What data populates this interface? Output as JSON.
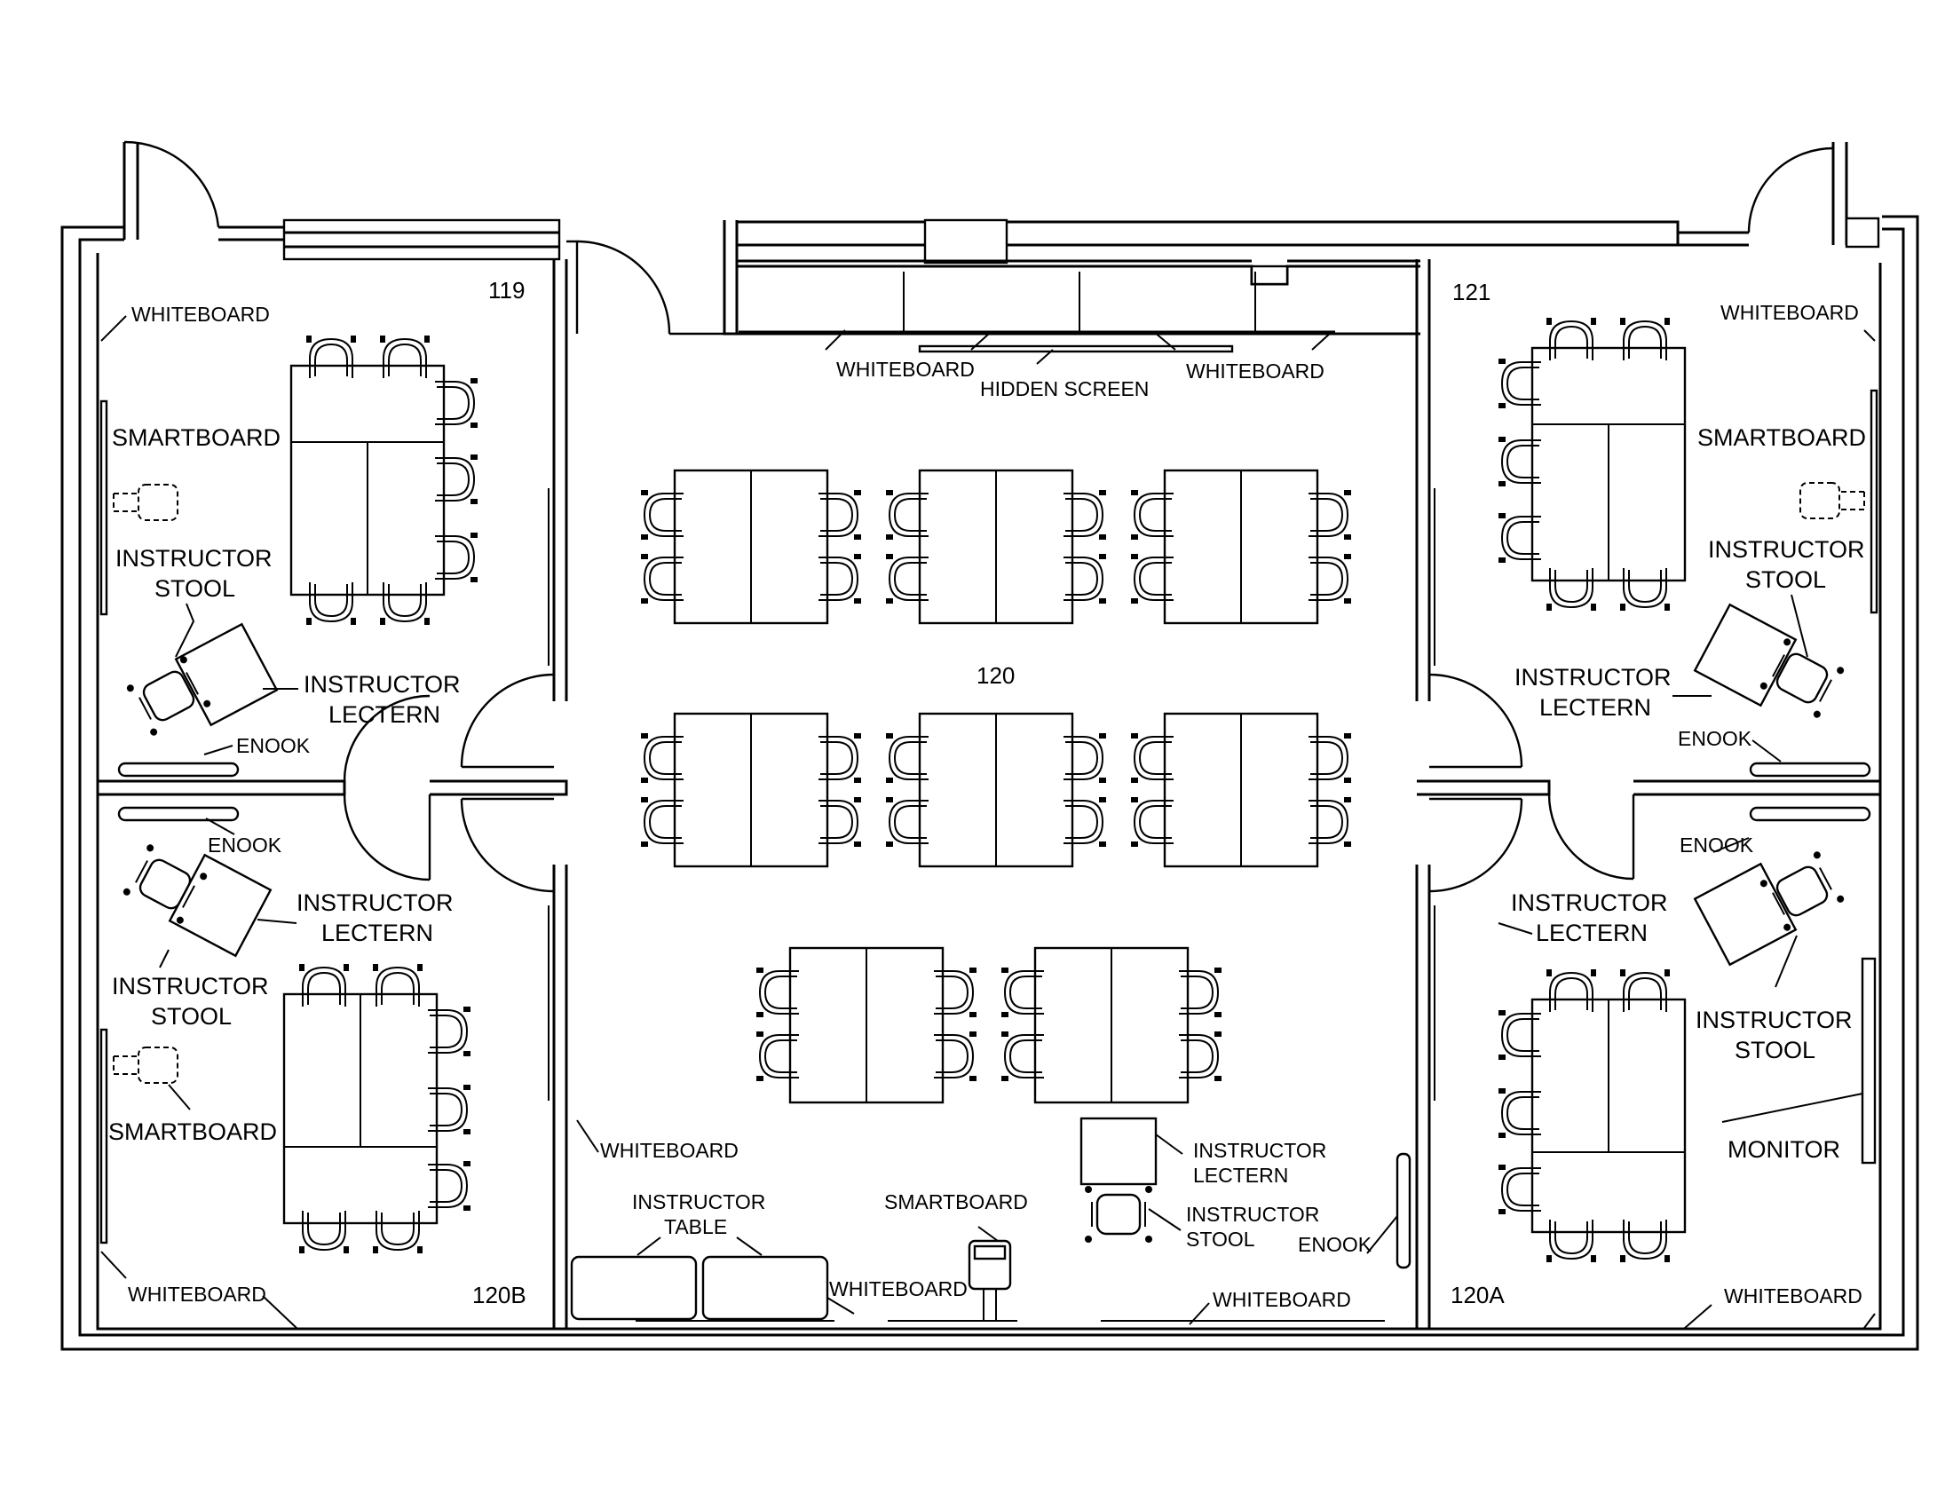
{
  "rooms": {
    "r119": "119",
    "r120": "120",
    "r121": "121",
    "r120a": "120A",
    "r120b": "120B"
  },
  "labels": {
    "whiteboard": "WHITEBOARD",
    "hidden_screen": "HIDDEN  SCREEN",
    "smartboard": "SMARTBOARD",
    "instructor": "INSTRUCTOR",
    "stool": "STOOL",
    "lectern": "LECTERN",
    "table": "TABLE",
    "enook": "ENOOK",
    "monitor": "MONITOR"
  }
}
